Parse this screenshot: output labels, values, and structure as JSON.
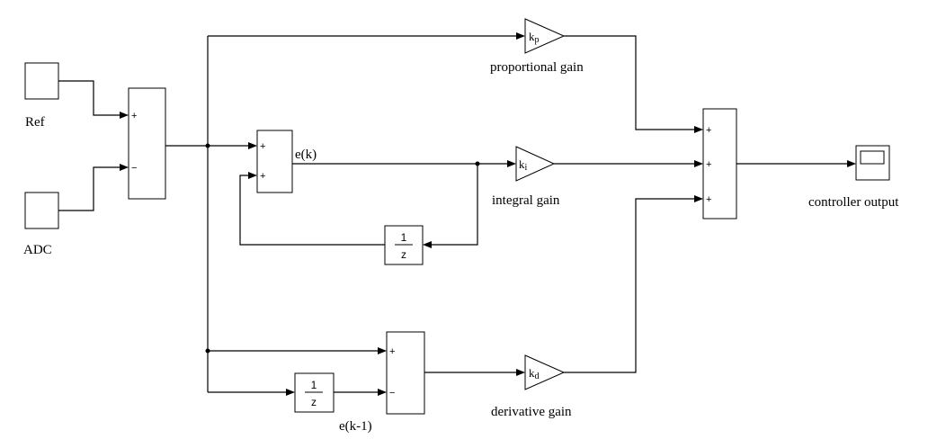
{
  "inputs": {
    "ref_label": "Ref",
    "adc_label": "ADC"
  },
  "signals": {
    "error_current": "e(k)",
    "error_previous": "e(k-1)"
  },
  "gains": {
    "proportional": {
      "symbol": "k",
      "subscript": "p",
      "label": "proportional gain"
    },
    "integral": {
      "symbol": "k",
      "subscript": "i",
      "label": "integral gain"
    },
    "derivative": {
      "symbol": "k",
      "subscript": "d",
      "label": "derivative gain"
    }
  },
  "delays": {
    "numerator": "1",
    "denominator": "z"
  },
  "sum_signs": {
    "error_sum": [
      "+",
      "−"
    ],
    "integrator_sum": [
      "+",
      "+"
    ],
    "derivative_sum": [
      "+",
      "−"
    ],
    "output_sum": [
      "+",
      "+",
      "+"
    ]
  },
  "output": {
    "label": "controller output"
  }
}
